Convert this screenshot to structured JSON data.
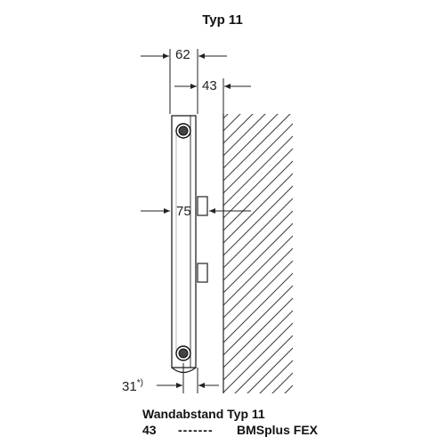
{
  "title": "Typ 11",
  "dimensions": {
    "overall_depth": "62",
    "wall_distance": "43",
    "bracket_spacing": "75",
    "bottom_offset": "31",
    "bottom_offset_note": "*)"
  },
  "legend": {
    "heading": "Wandabstand Typ 11",
    "value": "43",
    "dashes": "-------",
    "product": "BMSplus FEX"
  }
}
